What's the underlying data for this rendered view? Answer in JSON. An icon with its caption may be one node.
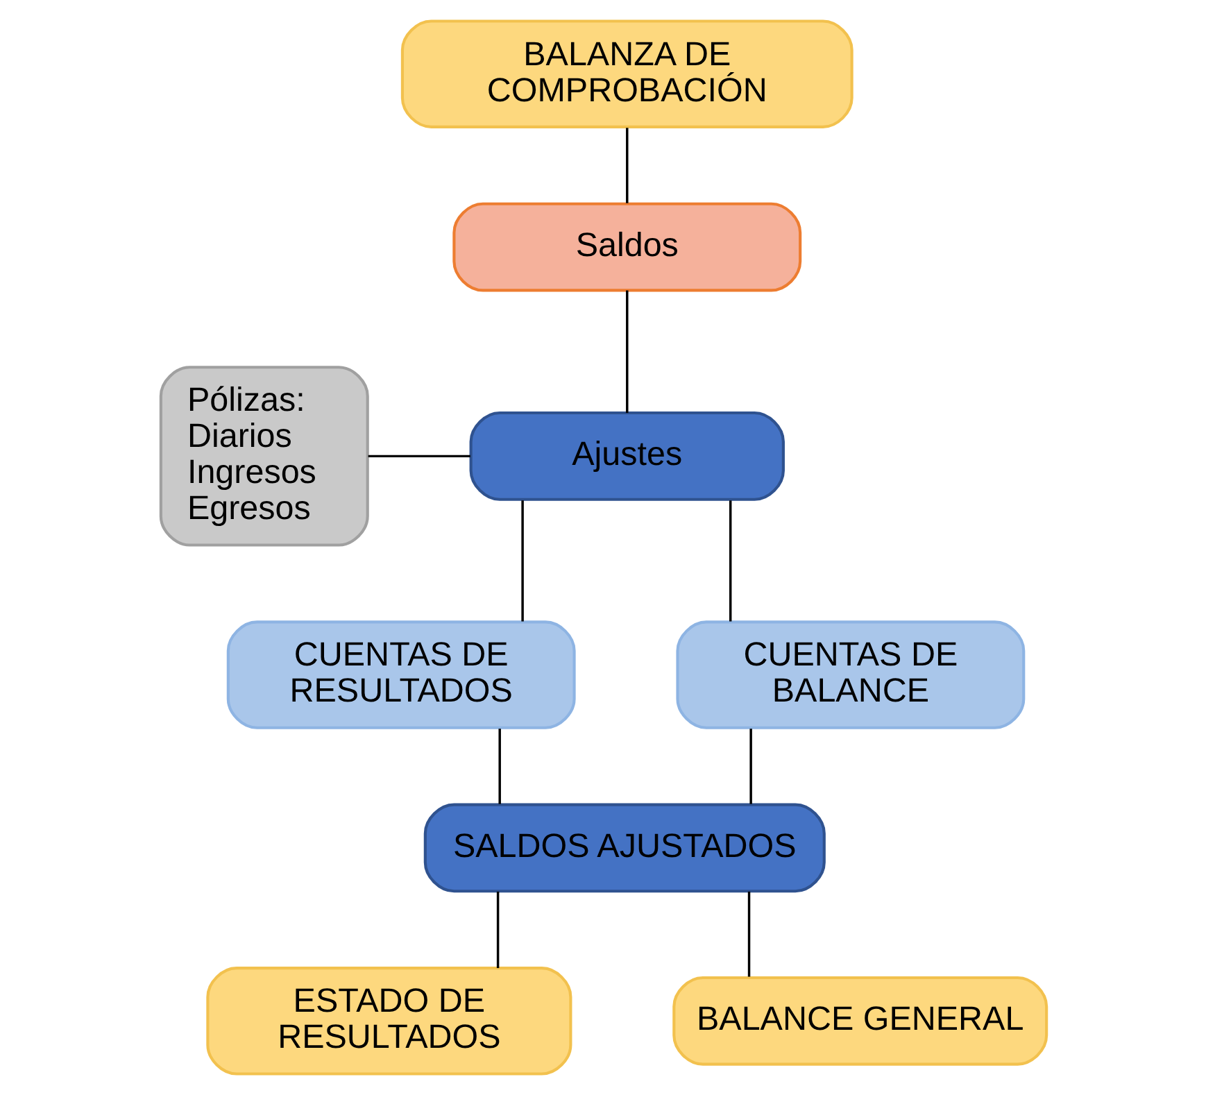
{
  "diagram": {
    "nodes": [
      {
        "text": [
          "BALANZA DE COMPROBACIÓN"
        ]
      },
      {
        "text": [
          "Saldos"
        ]
      },
      {
        "text": [
          "Pólizas: Diarios Ingresos Egresos"
        ]
      },
      {
        "text": [
          "Ajustes"
        ]
      },
      {
        "text": [
          "CUENTAS DE RESULTADOS"
        ]
      },
      {
        "text": [
          "CUENTAS DE BALANCE"
        ]
      },
      {
        "text": [
          "SALDOS AJUSTADOS"
        ]
      },
      {
        "text": [
          "ESTADO DE RESULTADOS"
        ]
      },
      {
        "text": [
          "BALANCE GENERAL"
        ]
      }
    ],
    "edges": [
      {
        "from": 0,
        "to": 1,
        "arrow": "none"
      },
      {
        "from": 1,
        "to": 3,
        "arrow": "none"
      },
      {
        "from": 2,
        "to": 3,
        "arrow": "none"
      },
      {
        "from": 3,
        "to": 4,
        "arrow": "none"
      },
      {
        "from": 3,
        "to": 5,
        "arrow": "none"
      },
      {
        "from": 4,
        "to": 6,
        "arrow": "none"
      },
      {
        "from": 5,
        "to": 6,
        "arrow": "none"
      },
      {
        "from": 6,
        "to": 7,
        "arrow": "none"
      },
      {
        "from": 6,
        "to": 8,
        "arrow": "none"
      }
    ]
  }
}
